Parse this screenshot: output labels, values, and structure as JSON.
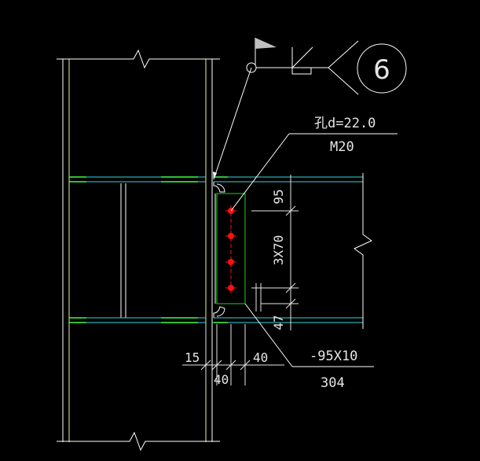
{
  "colors": {
    "background": "#000000",
    "column_lines": "#ffffff",
    "column_inner": "#e8f59a",
    "beam_flange": "#35d6d8",
    "stiffener_green": "#3cff3c",
    "plate": "#20d020",
    "bolt": "#ff1010",
    "leader": "#ffffff",
    "dimension": "#e6e6e6"
  },
  "detail_marker": {
    "number": "6"
  },
  "bolt_note": {
    "hole": "孔d=22.0",
    "bolt_spec": "M20"
  },
  "plate_note": {
    "plate_spec": "-95X10",
    "length": "304"
  },
  "dimensions": {
    "top_edge": "95",
    "bolt_spacing": "3X70",
    "bottom_edge": "47",
    "gap_left": "15",
    "plate_offset": "40",
    "bolt_edge": "40"
  }
}
